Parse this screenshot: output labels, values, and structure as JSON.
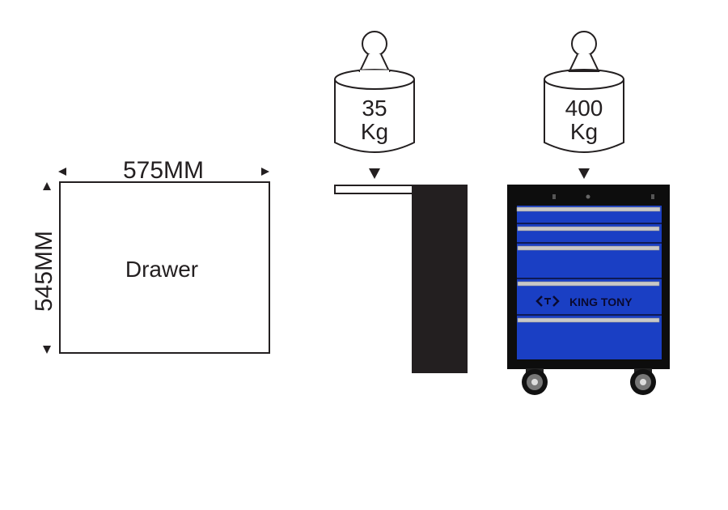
{
  "drawer": {
    "label": "Drawer",
    "width_label": "575MM",
    "depth_label": "545MM"
  },
  "weights": [
    {
      "value": "35",
      "unit": "Kg"
    },
    {
      "value": "400",
      "unit": "Kg"
    }
  ],
  "brand": {
    "name": "KING TONY"
  },
  "colors": {
    "line": "#231f20",
    "cabinet_blue": "#1a3fc4",
    "cabinet_black": "#0d0d0d",
    "handle": "#c8c8c8"
  }
}
